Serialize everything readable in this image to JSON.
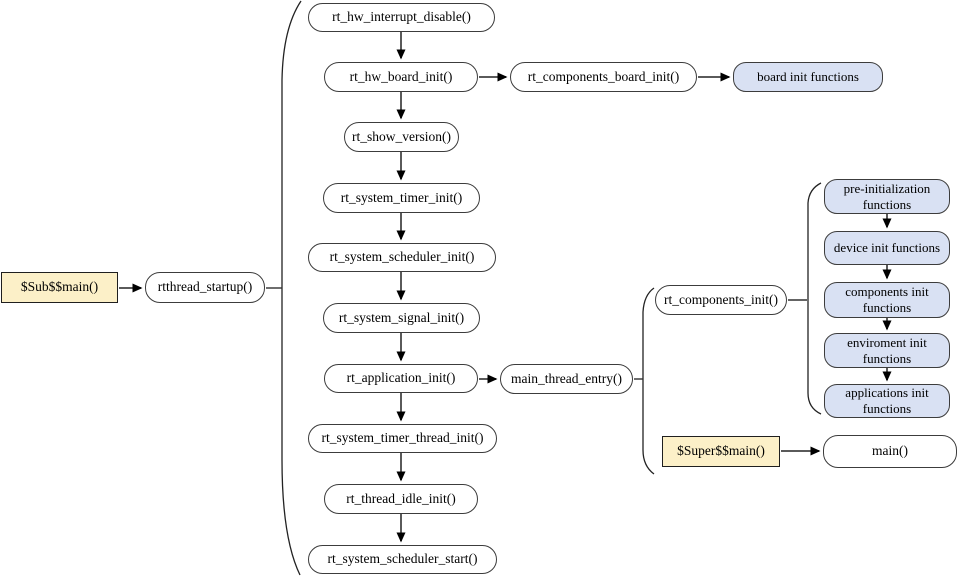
{
  "diagram": {
    "nodes": {
      "sub_main": {
        "label": "$Sub$$main()",
        "kind": "entry"
      },
      "rtthread_startup": {
        "label": "rtthread_startup()",
        "kind": "process"
      },
      "hw_interrupt_disable": {
        "label": "rt_hw_interrupt_disable()",
        "kind": "process"
      },
      "hw_board_init": {
        "label": "rt_hw_board_init()",
        "kind": "process"
      },
      "components_board_init": {
        "label": "rt_components_board_init()",
        "kind": "process"
      },
      "board_init_functions": {
        "label": "board init functions",
        "kind": "group"
      },
      "show_version": {
        "label": "rt_show_version()",
        "kind": "process"
      },
      "system_timer_init": {
        "label": "rt_system_timer_init()",
        "kind": "process"
      },
      "system_scheduler_init": {
        "label": "rt_system_scheduler_init()",
        "kind": "process"
      },
      "system_signal_init": {
        "label": "rt_system_signal_init()",
        "kind": "process"
      },
      "application_init": {
        "label": "rt_application_init()",
        "kind": "process"
      },
      "main_thread_entry": {
        "label": "main_thread_entry()",
        "kind": "process"
      },
      "components_init": {
        "label": "rt_components_init()",
        "kind": "process"
      },
      "pre_init_functions": {
        "label": "pre-initialization functions",
        "kind": "group"
      },
      "device_init_functions": {
        "label": "device init functions",
        "kind": "group"
      },
      "components_init_functions": {
        "label": "components init functions",
        "kind": "group"
      },
      "enviroment_init_functions": {
        "label": "enviroment init functions",
        "kind": "group"
      },
      "applications_init_functions": {
        "label": "applications init functions",
        "kind": "group"
      },
      "system_timer_thread_init": {
        "label": "rt_system_timer_thread_init()",
        "kind": "process"
      },
      "thread_idle_init": {
        "label": "rt_thread_idle_init()",
        "kind": "process"
      },
      "system_scheduler_start": {
        "label": "rt_system_scheduler_start()",
        "kind": "process"
      },
      "super_main": {
        "label": "$Super$$main()",
        "kind": "entry"
      },
      "main": {
        "label": "main()",
        "kind": "process"
      }
    },
    "colors": {
      "highlight_fill": "#fcf0c8",
      "group_fill": "#d9e1f3",
      "node_border": "#3c3c3c",
      "rect_border": "#1f1f1f",
      "arrow_shaft": "#5a5a5a",
      "arrow_head": "#000000"
    }
  }
}
